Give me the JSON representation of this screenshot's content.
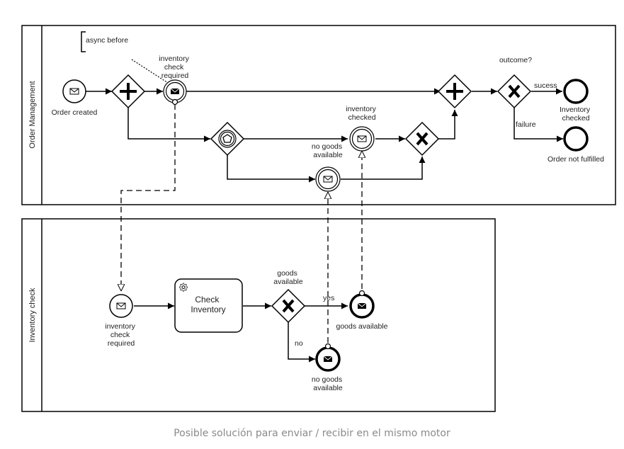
{
  "pools": {
    "order_management": "Order Management",
    "inventory_check": "Inventory check"
  },
  "annotations": {
    "async_before": "async before"
  },
  "events": {
    "order_created": "Order created",
    "inventory_check_required_throw": [
      "inventory",
      "check",
      "required"
    ],
    "inventory_checked_catch": [
      "inventory",
      "checked"
    ],
    "no_goods_catch": [
      "no goods",
      "available"
    ],
    "inventory_checked_end": [
      "Inventory",
      "checked"
    ],
    "order_not_fulfilled": "Order not fulfilled",
    "inventory_check_required_start": [
      "inventory",
      "check",
      "required"
    ],
    "goods_available_end": "goods available",
    "no_goods_end": [
      "no goods",
      "available"
    ]
  },
  "gateways": {
    "outcome": "outcome?",
    "goods_available": [
      "goods",
      "available"
    ]
  },
  "flows": {
    "success": "sucess",
    "failure": "failure",
    "yes": "yes",
    "no": "no"
  },
  "tasks": {
    "check_inventory": [
      "Check",
      "Inventory"
    ]
  },
  "caption": "Posible solución para enviar / recibir en el mismo motor"
}
